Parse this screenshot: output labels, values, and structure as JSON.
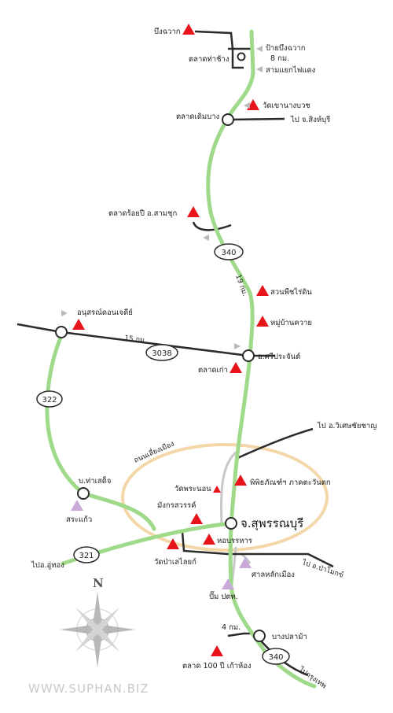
{
  "labels": {
    "bueng_chawak": "บึงฉวาก",
    "pai_bueng_chawak": "ป้ายบึงฉวาก",
    "talat_tha_chang": "ตลาดท่าช้าง",
    "km8": "8 กม.",
    "sam_yaek": "สามแยกไฟแดง",
    "wat_khao_nang_buat": "วัดเขานางบวช",
    "talat_doem_bang": "ตลาดเดิมบาง",
    "to_sing_buri": "ไป จ.สิงห์บุรี",
    "talat_roi_pi": "ตลาดร้อยปี อ.สามชุก",
    "km19": "19 กม.",
    "suan_phut": "สวนพืชไร่ดิน",
    "muban_khwai": "หมู่บ้านควาย",
    "anusorn_don_chedi": "อนุสรณ์ดอนเจดีย์",
    "km15": "15 กม.",
    "amphoe_si_prachan": "อ.ศรีประจันต์",
    "talat_kao": "ตลาดเก่า",
    "to_wiset": "ไป อ.วิเศษชัยชาญ",
    "ring_road": "ถนนเลี่ยงเมือง",
    "wat_phra_non": "วัดพระนอน",
    "museum": "พิพิธภัณฑ์ฯ ภาคตะวันตก",
    "mangkon": "มังกรสวรรค์",
    "suphan_buri": "จ.สุพรรณบุรี",
    "ban_tha_sadet": "บ.ท่าเสด็จ",
    "sa_kaeo": "สระแก้ว",
    "ho_ban_han": "หอบรรหาร",
    "wat_pa_lelai": "วัดป่าเลไลยก์",
    "san_lak_mueang": "ศาลหลักเมือง",
    "to_u_thong": "ไปอ.อู่ทอง",
    "to_bang_pla_ma_district": "ไป อ.ป่าโมกข์",
    "pump_ptt": "ปั๊ม ปตท.",
    "km4": "4 กม.",
    "bang_pla_ma": "บางปลาม้า",
    "talat_100": "ตลาด 100 ปี เก้าห้อง",
    "to_bangkok": "ไปกรุงเทพ",
    "north": "N",
    "website": "WWW.SUPHAN.BIZ"
  },
  "routes": {
    "r340_top": "340",
    "r340_bottom": "340",
    "r3038": "3038",
    "r322": "322",
    "r321": "321"
  },
  "colors": {
    "main_road": "#9fd98a",
    "road": "#2b2b2b",
    "minor_road": "#c8c8c8",
    "ring": "#f3d7a8",
    "attraction": "#e8141b",
    "landmark": "#c9a9d8",
    "compass": "#b8b8b8"
  }
}
